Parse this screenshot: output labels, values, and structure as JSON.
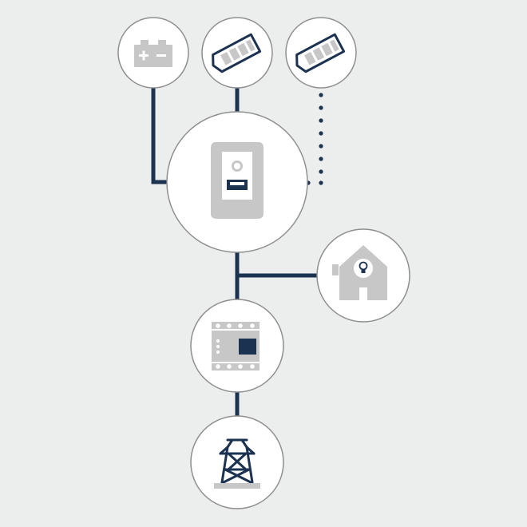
{
  "diagram": {
    "background": "#eceeee",
    "connector_color": "#1b3350",
    "icon_gray": "#c7c7c7",
    "icon_navy": "#1b3350",
    "circle_fill": "#ffffff",
    "circle_stroke": "#8f8f8f",
    "nodes": [
      {
        "id": "battery",
        "icon": "battery-icon"
      },
      {
        "id": "solar-module-1",
        "icon": "solar-module-icon"
      },
      {
        "id": "solar-module-2",
        "icon": "solar-module-icon"
      },
      {
        "id": "inverter",
        "icon": "inverter-icon"
      },
      {
        "id": "home",
        "icon": "house-lightbulb-icon"
      },
      {
        "id": "energy-meter",
        "icon": "energy-meter-icon"
      },
      {
        "id": "power-grid",
        "icon": "pylon-icon"
      }
    ],
    "connections": [
      {
        "from": "battery",
        "to": "inverter",
        "style": "solid"
      },
      {
        "from": "solar-module-1",
        "to": "inverter",
        "style": "solid"
      },
      {
        "from": "solar-module-2",
        "to": "inverter",
        "style": "dotted"
      },
      {
        "from": "inverter",
        "to": "home",
        "style": "solid"
      },
      {
        "from": "inverter",
        "to": "energy-meter",
        "style": "solid"
      },
      {
        "from": "energy-meter",
        "to": "power-grid",
        "style": "solid"
      }
    ]
  }
}
